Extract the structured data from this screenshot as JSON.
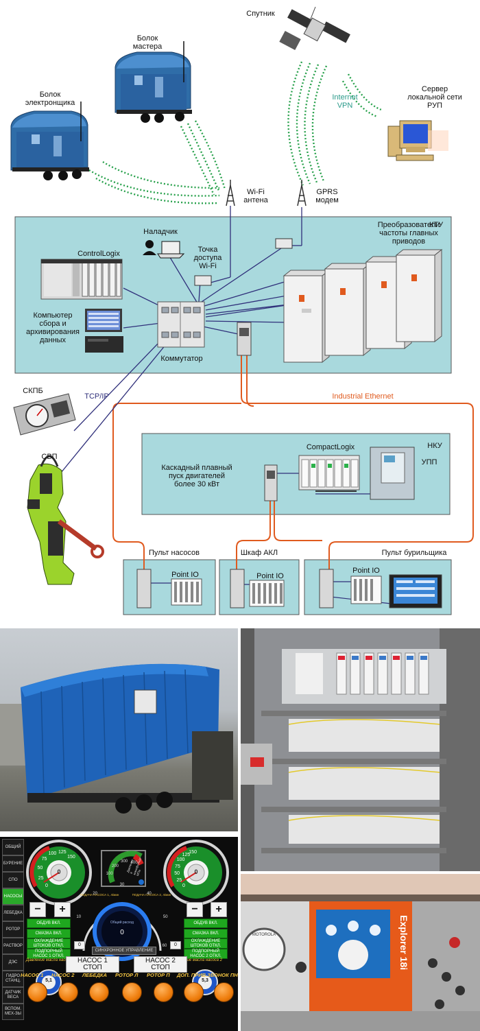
{
  "diagram": {
    "labels": {
      "satellite": "Спутник",
      "master_trailer": "Болок\nмастера",
      "electrician_trailer": "Болок\nэлектронщика",
      "server": "Сервер\nлокальной сети\nРУП",
      "internet_vpn": "Internet\nVPN",
      "wifi_antenna": "Wi-Fi\nантена",
      "gprs_modem": "GPRS\nмодем",
      "ktu": "КТУ",
      "adjuster": "Наладчик",
      "wifi_access_point": "Точка\nдоступа\nWi-Fi",
      "frequency_converters": "Преобразователи\nчастоты главных\nприводов",
      "controllogix": "ControlLogix",
      "data_computer": "Компьютер\nсбора и\nархивирования\nданных",
      "switch": "Коммутатор",
      "skpb": "СКПБ",
      "tcp_ip": "TCP/IP",
      "industrial_ethernet": "Industrial Ethernet",
      "svp": "СВП",
      "nku": "НКУ",
      "compactlogix": "CompactLogix",
      "upp": "УПП",
      "cascade_start": "Каскадный плавный\nпуск двигателей\nболее 30 кВт",
      "pump_panel": "Пульт насосов",
      "akl_cabinet": "Шкаф АКЛ",
      "driller_panel": "Пульт бурильщика",
      "point_io": "Point IO"
    }
  },
  "hmi": {
    "side_buttons": [
      "ОБЩИЙ",
      "БУРЕНИЕ",
      "СПО",
      "НАСОСЫ",
      "ЛЕБЕДКА",
      "РОТОР",
      "РАСТВОР",
      "ДЭС",
      "ГИДРО СТАНЦ.",
      "ДАТЧИК ВЕСА",
      "ВСПОМ. МЕХ-ЗЫ"
    ],
    "active_side_button": "НАСОСЫ",
    "gauge_left": {
      "ticks": [
        "0",
        "25",
        "50",
        "75",
        "100",
        "125",
        "150"
      ],
      "value": "0"
    },
    "gauge_right": {
      "ticks": [
        "0",
        "25",
        "50",
        "75",
        "100",
        "125",
        "150"
      ],
      "value": "0"
    },
    "gauge_center_top": {
      "ticks": [
        "100",
        "200",
        "300",
        "400"
      ],
      "caption": "Давление в манифольде МПа"
    },
    "pump1_flow_caption": "ПОДАЧА НАСОСА 1, л/мин",
    "pump2_flow_caption": "ПОДАЧА НАСОСА 2, л/мин",
    "pump1_controls": [
      "ОБДУВ ВКЛ.",
      "СМАЗКА ВКЛ.",
      "ОХЛАЖДЕНИЕ ШТОКОВ ОТКЛ.",
      "ПОДПОРНЫЙ НАСОС 1 ОТКЛ."
    ],
    "pump2_controls": [
      "ОБДУВ ВКЛ.",
      "СМАЗКА ВКЛ.",
      "ОХЛАЖДЕНИЕ ШТОКОВ ОТКЛ.",
      "ПОДПОРНЫЙ НАСОС 2 ОТКЛ."
    ],
    "oil_pressure_1": "Давление масла насоса 1",
    "oil_pressure_2": "Давление масла насоса 2",
    "oil_gauge_1_value": "5,1",
    "oil_gauge_2_value": "5,3",
    "center_gauge": {
      "ticks": [
        "0",
        "10",
        "20",
        "30",
        "40",
        "50",
        "60"
      ],
      "value": "0",
      "caption": "Общий расход"
    },
    "minus_label": "−",
    "plus_label": "+",
    "zero_left": "0",
    "zero_right": "0",
    "sync_control": "СИНХРОННОЕ УПРАВЛЕНИЕ",
    "pump1_button": "НАСОС 1\nСТОП",
    "pump2_button": "НАСОС 2\nСТОП",
    "bottom_labels": [
      "НАСОС 1",
      "НАСОС 2",
      "ЛЕБЕДКА",
      "РОТОР Л",
      "РОТОР П",
      "ДОП. ПРИВ.",
      "ЗВОНОК ПН"
    ]
  },
  "photos": {
    "explorer_brand": "Explorer 18i",
    "motorola_logo": "MOTOROLA"
  }
}
